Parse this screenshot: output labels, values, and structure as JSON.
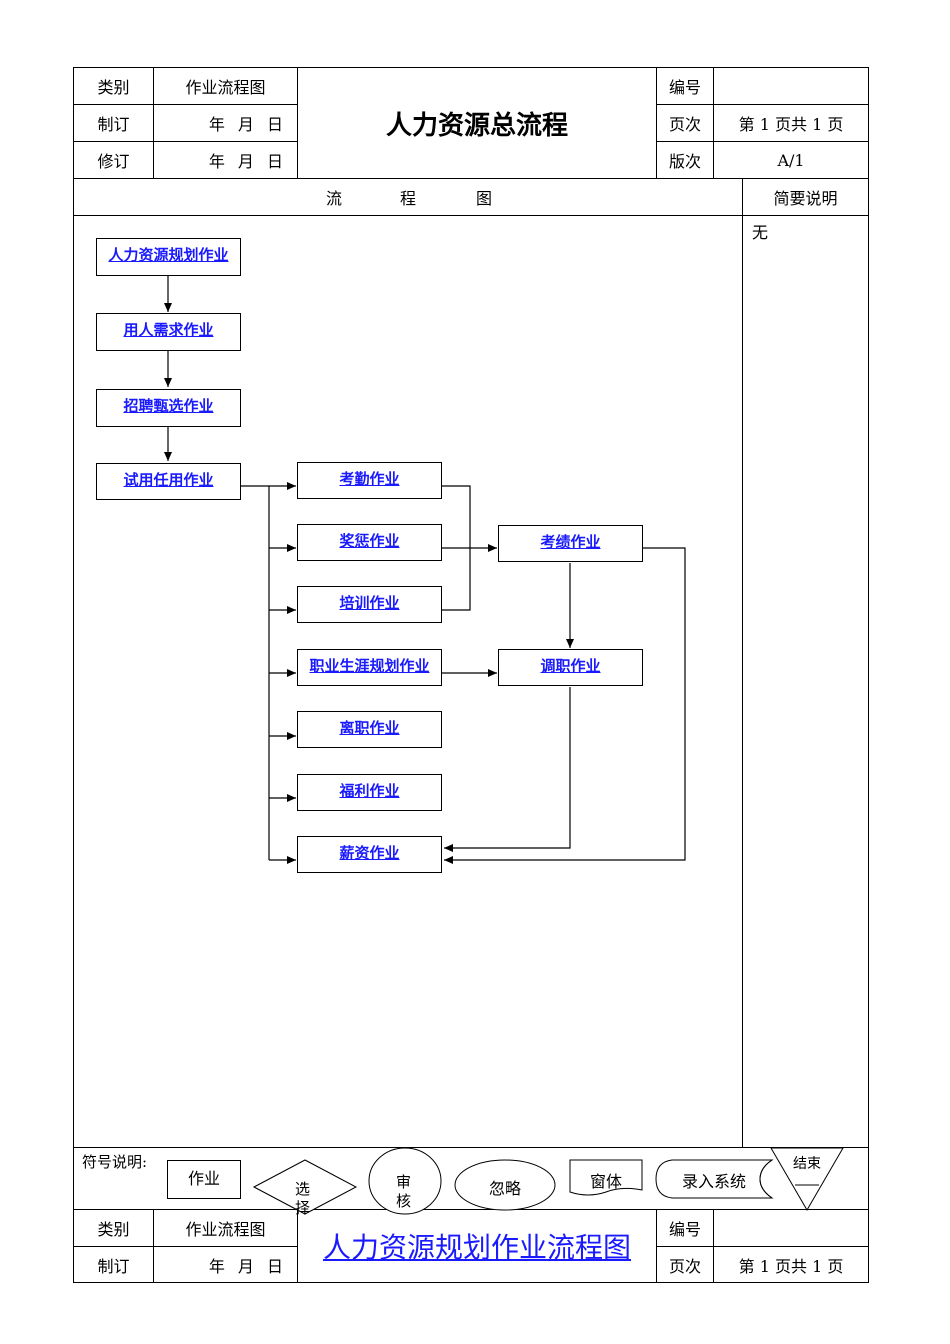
{
  "header": {
    "category_label": "类别",
    "category_value": "作业流程图",
    "made_label": "制订",
    "made_value": "年 月 日",
    "revised_label": "修订",
    "revised_value": "年 月 日",
    "title": "人力资源总流程",
    "number_label": "编号",
    "number_value": "",
    "page_label": "页次",
    "page_value": "第 1 页共 1 页",
    "version_label": "版次",
    "version_value": "A/1"
  },
  "section": {
    "flow_label_1": "流",
    "flow_label_2": "程",
    "flow_label_3": "图",
    "notes_label": "简要说明",
    "notes_value": "无"
  },
  "flow": {
    "hr_planning": "人力资源规划作业",
    "staffing_needs": "用人需求作业",
    "recruit": "招聘甄选作业",
    "probation": "试用任用作业",
    "attendance": "考勤作业",
    "reward": "奖惩作业",
    "training": "培训作业",
    "career": "职业生涯规划作业",
    "resign": "离职作业",
    "welfare": "福利作业",
    "salary": "薪资作业",
    "performance": "考绩作业",
    "transfer": "调职作业"
  },
  "legend": {
    "label": "符号说明:",
    "process": "作业",
    "decision": "选择",
    "review": "审核",
    "ignore": "忽略",
    "form": "窗体",
    "input": "录入系统",
    "end": "结束"
  },
  "footer": {
    "category_label": "类别",
    "category_value": "作业流程图",
    "made_label": "制订",
    "made_value": "年 月 日",
    "title": "人力资源规划作业流程图",
    "number_label": "编号",
    "number_value": "",
    "page_label": "页次",
    "page_value": "第 1 页共 1 页"
  }
}
